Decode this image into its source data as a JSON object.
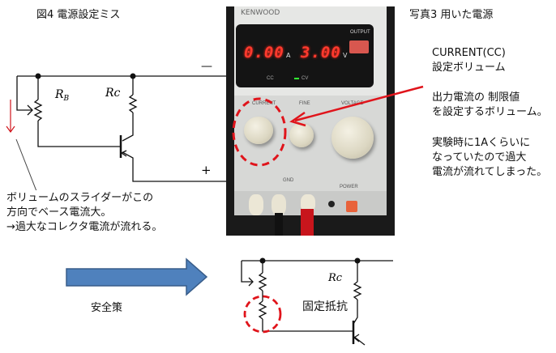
{
  "figure4": {
    "title": "図4  電源設定ミス",
    "label_rb": "R",
    "label_rb_sub": "B",
    "label_rc": "Rc",
    "minus_sign": "—",
    "plus_sign": "+",
    "note_lines": [
      "ボリュームのスライダーがこの",
      "方向でベース電流大。",
      "→過大なコレクタ電流が流れる。"
    ]
  },
  "photo3": {
    "title": "写真3  用いた電源",
    "brand": "KENWOOD",
    "current_reading": "0.00",
    "current_unit": "A",
    "voltage_reading": "3.00",
    "voltage_unit": "V",
    "output_label": "OUTPUT",
    "cc_label": "CC",
    "cv_label": "CV",
    "knob_labels": [
      "CURRENT",
      "FINE",
      "VOLTAGE"
    ],
    "gnd_label": "GND",
    "power_label": "POWER"
  },
  "annotation": {
    "heading_lines": [
      "CURRENT(CC)",
      "設定ボリューム"
    ],
    "desc_lines": [
      "出力電流の 制限値",
      "を設定するボリューム。"
    ],
    "incident_lines": [
      "実験時に1Aくらいに",
      "なっていたので過大",
      "電流が流れてしまった。"
    ]
  },
  "safety": {
    "arrow_label": "安全策",
    "label_rc": "Rc",
    "fixed_resistor_label": "固定抵抗"
  },
  "colors": {
    "wire": "#111111",
    "highlight_red": "#e0141b",
    "arrow_blue": "#4f81bd",
    "arrow_blue_border": "#385d8a"
  }
}
